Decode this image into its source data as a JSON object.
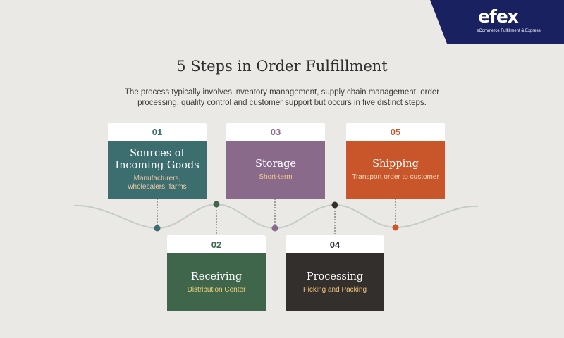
{
  "logo": {
    "text": "efex",
    "tagline": "eCommerce Fulfillment & Express",
    "bg_color": "#1a2160"
  },
  "title": "5 Steps in Order Fulfillment",
  "subtitle": "The process typically involves inventory management, supply chain management, order processing, quality control and customer support but occurs in five distinct steps.",
  "steps": [
    {
      "number": "01",
      "title": "Sources of Incoming Goods",
      "detail": "Manufacturers, wholesalers, farms",
      "color": "#3d6e6f",
      "number_color": "#3d6e6f",
      "detail_color": "#f0c9a6"
    },
    {
      "number": "02",
      "title": "Receiving",
      "detail": "Distribution Center",
      "color": "#3f664a",
      "number_color": "#3f664a",
      "detail_color": "#f0d27a"
    },
    {
      "number": "03",
      "title": "Storage",
      "detail": "Short-term",
      "color": "#8a6a8b",
      "number_color": "#8a6a8b",
      "detail_color": "#f5c98a"
    },
    {
      "number": "04",
      "title": "Processing",
      "detail": "Picking and Packing",
      "color": "#332f2c",
      "number_color": "#332f2c",
      "detail_color": "#f0c27a"
    },
    {
      "number": "05",
      "title": "Shipping",
      "detail": "Transport order to customer",
      "color": "#c8562a",
      "number_color": "#c8562a",
      "detail_color": "#f8d8b8"
    }
  ]
}
